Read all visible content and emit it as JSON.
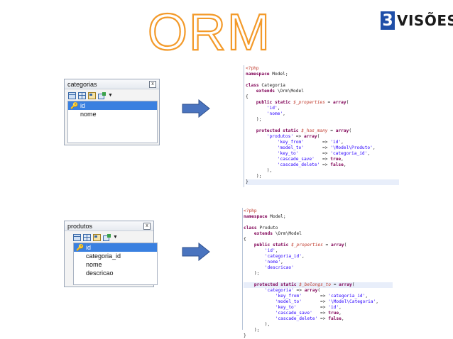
{
  "title": "ORM",
  "logo": {
    "number": "3",
    "text": "VISÕES"
  },
  "table1": {
    "name": "categorias",
    "close": "x",
    "rows": [
      "id",
      "nome"
    ]
  },
  "table2": {
    "name": "produtos",
    "close": "x",
    "rows": [
      "id",
      "categoria_id",
      "nome",
      "descricao"
    ]
  },
  "code1": [
    "<?php",
    "namespace Model;",
    "",
    "class Categoria",
    "    extends \\Orm\\Model",
    "{",
    "    public static $_properties = array(",
    "        'id',",
    "        'nome',",
    "    );",
    "",
    "    protected static $_has_many = array(",
    "        'produtos' => array(",
    "            'key_from'       => 'id',",
    "            'model_to'       => '\\Model\\Produto',",
    "            'key_to'         => 'categoria_id',",
    "            'cascade_save'   => true,",
    "            'cascade_delete' => false,",
    "        ),",
    "    );",
    "}"
  ],
  "code2": [
    "<?php",
    "namespace Model;",
    "",
    "class Produto",
    "    extends \\Orm\\Model",
    "{",
    "    public static $_properties = array(",
    "        'id',",
    "        'categoria_id',",
    "        'nome',",
    "        'descricao'",
    "    );",
    "",
    "    protected static $_belongs_to = array(",
    "        'categoria' => array(",
    "            'key_from'       => 'categoria_id',",
    "            'model_to'       => '\\Model\\Categoria',",
    "            'key_to'         => 'id',",
    "            'cascade_save'   => true,",
    "            'cascade_delete' => false,",
    "        ),",
    "    );",
    "}"
  ],
  "colors": {
    "title_stroke": "#f39a2a",
    "logo_blue": "#1f4fa8",
    "arrow_fill": "#4a74bf",
    "arrow_stroke": "#2e4f8c",
    "selection": "#3a80e0",
    "keyword": "#7f0055",
    "string": "#2a00ff",
    "variable": "#c0392b",
    "php_tag": "#c0392b"
  }
}
